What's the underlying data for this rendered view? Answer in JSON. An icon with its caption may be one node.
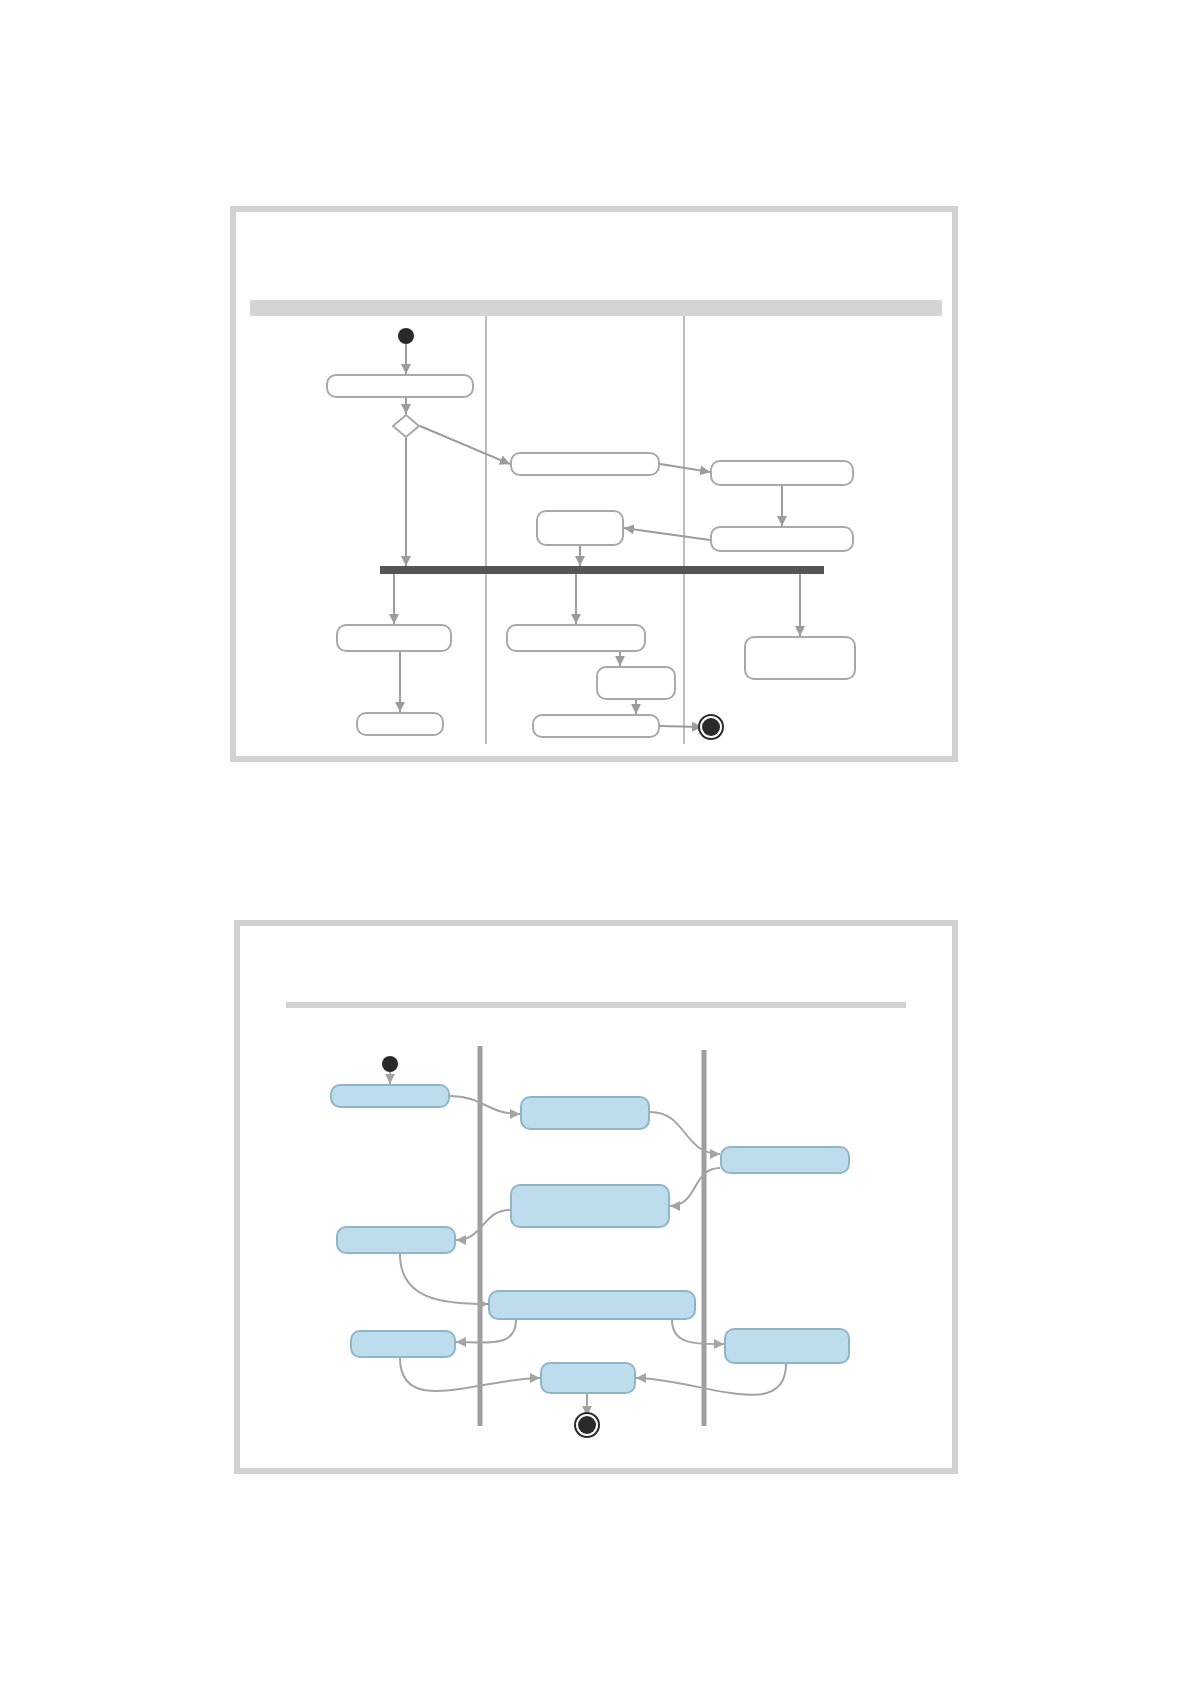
{
  "diagram": {
    "nodes": [
      {
        "text": [],
        "shape": "circle"
      },
      {
        "text": [],
        "shape": "box"
      },
      {
        "text": [],
        "shape": "diamond"
      },
      {
        "text": [],
        "shape": "box"
      },
      {
        "text": [],
        "shape": "box"
      },
      {
        "text": [],
        "shape": "box"
      },
      {
        "text": [],
        "shape": "box"
      },
      {
        "text": [],
        "shape": "bar"
      },
      {
        "text": [],
        "shape": "box"
      },
      {
        "text": [],
        "shape": "box"
      },
      {
        "text": [],
        "shape": "box"
      },
      {
        "text": [],
        "shape": "box"
      },
      {
        "text": [],
        "shape": "box"
      },
      {
        "text": [],
        "shape": "box"
      },
      {
        "text": [],
        "shape": "circle"
      },
      {
        "text": [],
        "shape": "circle"
      },
      {
        "text": [],
        "shape": "box"
      },
      {
        "text": [],
        "shape": "box"
      },
      {
        "text": [],
        "shape": "box"
      },
      {
        "text": [],
        "shape": "box"
      },
      {
        "text": [],
        "shape": "box"
      },
      {
        "text": [],
        "shape": "box"
      },
      {
        "text": [],
        "shape": "box"
      },
      {
        "text": [],
        "shape": "box"
      },
      {
        "text": [],
        "shape": "box"
      },
      {
        "text": [],
        "shape": "circle"
      }
    ],
    "edges": [
      {
        "from": 0,
        "to": 1,
        "arrow": "to"
      },
      {
        "from": 1,
        "to": 2,
        "arrow": "to"
      },
      {
        "from": 2,
        "to": 3,
        "arrow": "to"
      },
      {
        "from": 3,
        "to": 4,
        "arrow": "to"
      },
      {
        "from": 4,
        "to": 6,
        "arrow": "to"
      },
      {
        "from": 6,
        "to": 5,
        "arrow": "to"
      },
      {
        "from": 5,
        "to": 7,
        "arrow": "to"
      },
      {
        "from": 2,
        "to": 7,
        "arrow": "to"
      },
      {
        "from": 7,
        "to": 8,
        "arrow": "to"
      },
      {
        "from": 7,
        "to": 9,
        "arrow": "to"
      },
      {
        "from": 7,
        "to": 10,
        "arrow": "to"
      },
      {
        "from": 9,
        "to": 11,
        "arrow": "to"
      },
      {
        "from": 8,
        "to": 12,
        "arrow": "to"
      },
      {
        "from": 11,
        "to": 13,
        "arrow": "to"
      },
      {
        "from": 13,
        "to": 14,
        "arrow": "to"
      },
      {
        "from": 15,
        "to": 16,
        "arrow": "to"
      },
      {
        "from": 16,
        "to": 17,
        "arrow": "to"
      },
      {
        "from": 17,
        "to": 18,
        "arrow": "to"
      },
      {
        "from": 18,
        "to": 19,
        "arrow": "to"
      },
      {
        "from": 19,
        "to": 20,
        "arrow": "to"
      },
      {
        "from": 20,
        "to": 21,
        "arrow": "to"
      },
      {
        "from": 21,
        "to": 22,
        "arrow": "to"
      },
      {
        "from": 21,
        "to": 23,
        "arrow": "to"
      },
      {
        "from": 22,
        "to": 24,
        "arrow": "to"
      },
      {
        "from": 23,
        "to": 24,
        "arrow": "to"
      },
      {
        "from": 24,
        "to": 25,
        "arrow": "to"
      }
    ]
  }
}
